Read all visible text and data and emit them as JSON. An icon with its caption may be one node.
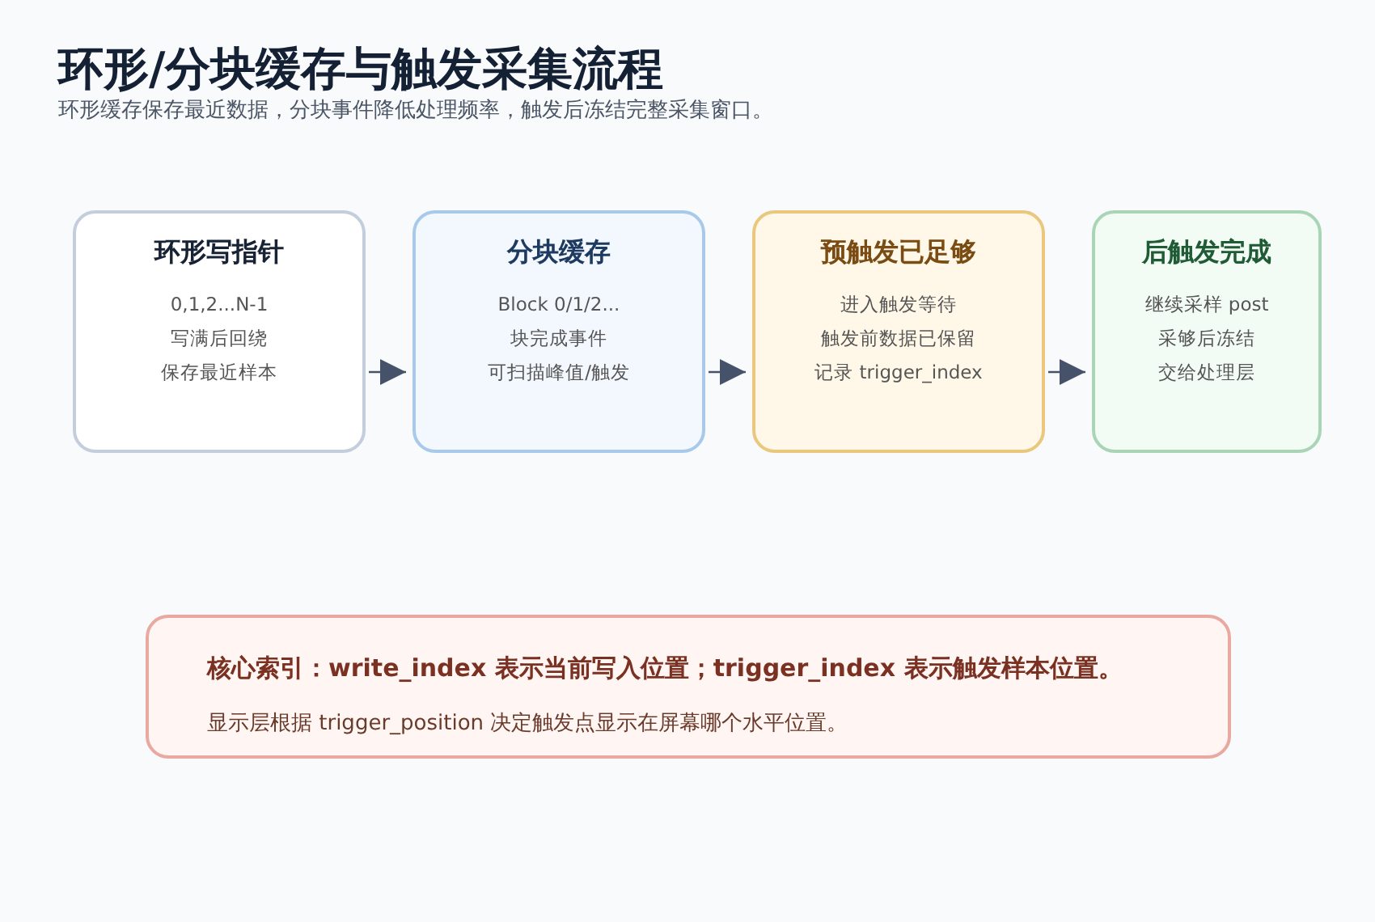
{
  "diagram": {
    "title": "环形/分块缓存与触发采集流程",
    "caption": "环形缓存保存最近数据，分块事件降低处理频率，触发后冻结完整采集窗口。",
    "nodes": [
      {
        "text": [
          "环形写指针",
          "0,1,2...N-1",
          "写满后回绕",
          "保存最近样本"
        ]
      },
      {
        "text": [
          "分块缓存",
          "Block 0/1/2...",
          "块完成事件",
          "可扫描峰值/触发"
        ]
      },
      {
        "text": [
          "预触发已足够",
          "进入触发等待",
          "触发前数据已保留",
          "记录 trigger_index"
        ]
      },
      {
        "text": [
          "后触发完成",
          "继续采样 post",
          "采够后冻结",
          "交给处理层"
        ]
      },
      {
        "text": [
          "核心索引：write_index 表示当前写入位置；trigger_index 表示触发样本位置。",
          "显示层根据 trigger_position 决定触发点显示在屏幕哪个水平位置。"
        ]
      }
    ],
    "edges": [
      {
        "from": 0,
        "to": 1,
        "arrow": "to"
      },
      {
        "from": 1,
        "to": 2,
        "arrow": "to"
      },
      {
        "from": 2,
        "to": 3,
        "arrow": "to"
      }
    ]
  }
}
